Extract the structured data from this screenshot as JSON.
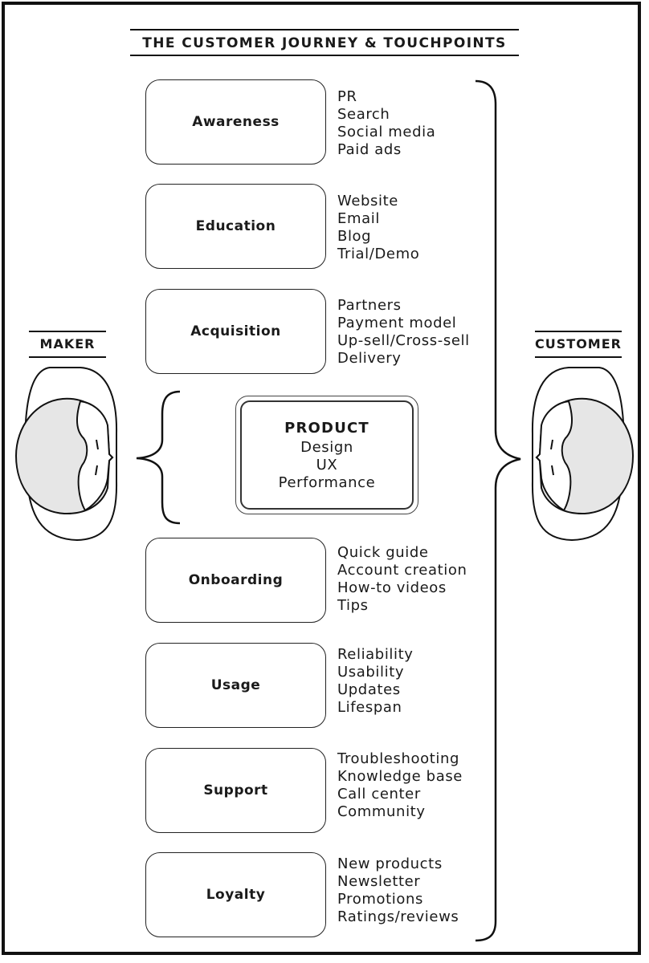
{
  "title": "THE CUSTOMER JOURNEY & TOUCHPOINTS",
  "maker_label": "MAKER",
  "customer_label": "CUSTOMER",
  "product": {
    "title": "PRODUCT",
    "items": [
      "Design",
      "UX",
      "Performance"
    ]
  },
  "stages": [
    {
      "name": "Awareness",
      "touchpoints": [
        "PR",
        "Search",
        "Social media",
        "Paid ads"
      ]
    },
    {
      "name": "Education",
      "touchpoints": [
        "Website",
        "Email",
        "Blog",
        "Trial/Demo"
      ]
    },
    {
      "name": "Acquisition",
      "touchpoints": [
        "Partners",
        "Payment model",
        "Up-sell/Cross-sell",
        "Delivery"
      ]
    },
    {
      "name": "Onboarding",
      "touchpoints": [
        "Quick guide",
        "Account creation",
        "How-to videos",
        "Tips"
      ]
    },
    {
      "name": "Usage",
      "touchpoints": [
        "Reliability",
        "Usability",
        "Updates",
        "Lifespan"
      ]
    },
    {
      "name": "Support",
      "touchpoints": [
        "Troubleshooting",
        "Knowledge base",
        "Call center",
        "Community"
      ]
    },
    {
      "name": "Loyalty",
      "touchpoints": [
        "New products",
        "Newsletter",
        "Promotions",
        "Ratings/reviews"
      ]
    }
  ]
}
